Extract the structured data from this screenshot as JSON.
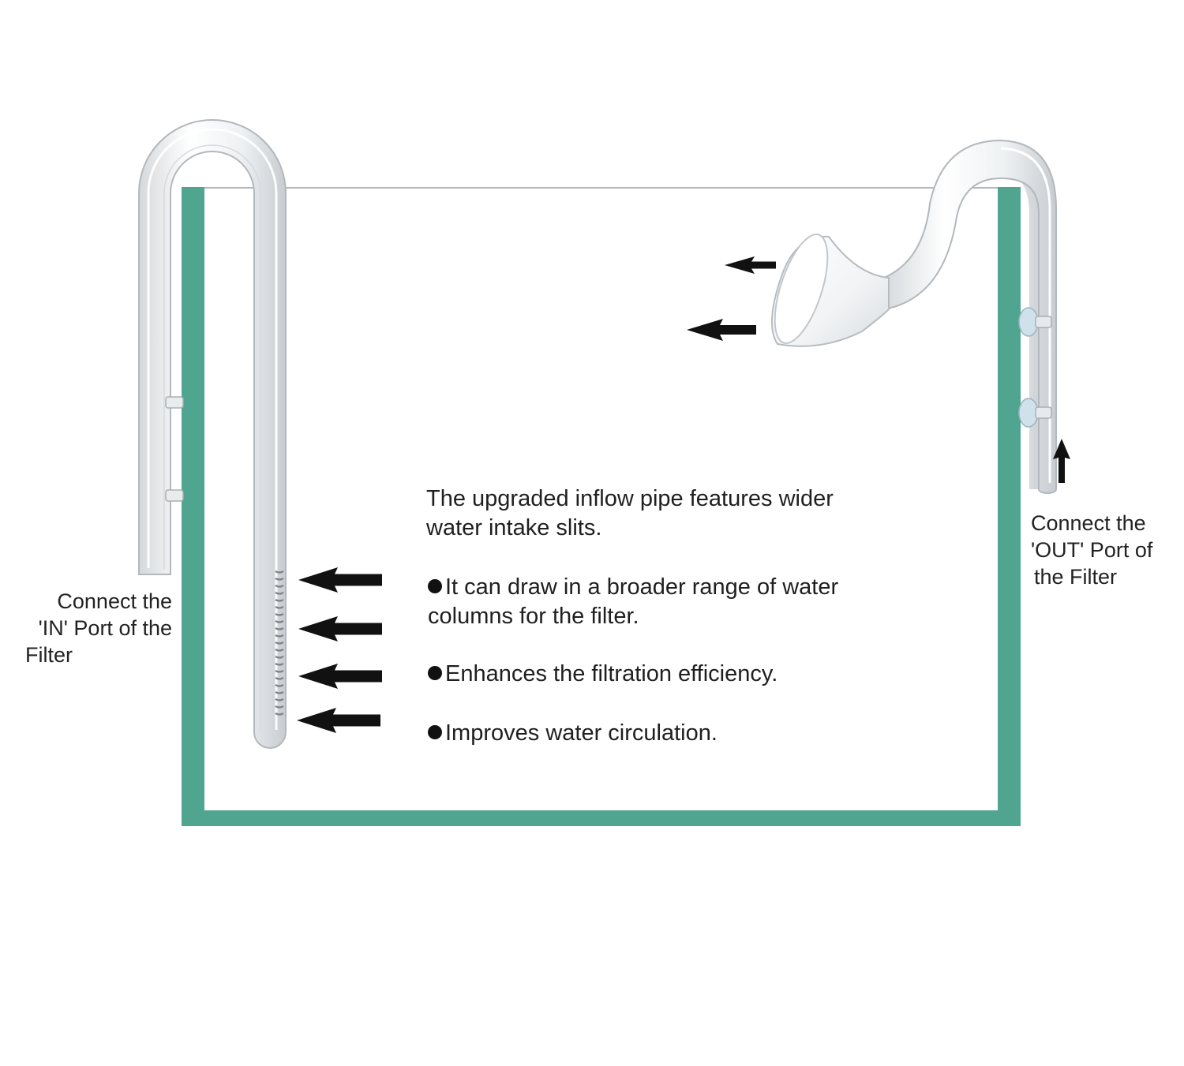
{
  "colors": {
    "tank": "#4fa58f",
    "arrow": "#111111",
    "glass_stroke": "#b8bcc0",
    "glass_fill": "#f4f6f7"
  },
  "labels": {
    "in_port": {
      "line1": "Connect the",
      "line2": "'IN' Port of the",
      "line3": "Filter"
    },
    "out_port": {
      "line1": "Connect the",
      "line2": "'OUT' Port of",
      "line3": "the Filter"
    }
  },
  "description": {
    "intro_line1": "The upgraded inflow pipe features wider",
    "intro_line2": "water intake slits.",
    "bullets": [
      {
        "line1": "It can draw in a broader range of water",
        "line2": "columns for the filter."
      },
      {
        "line1": "Enhances the filtration efficiency."
      },
      {
        "line1": "Improves water circulation."
      }
    ]
  },
  "icons": {
    "flow_arrow": "left-arrow-icon",
    "up_arrow": "up-arrow-icon",
    "bullet": "bullet-dot-icon"
  }
}
